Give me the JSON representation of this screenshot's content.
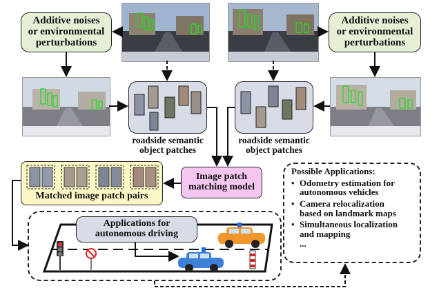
{
  "left_perturb": {
    "line1": "Additive noises",
    "line2": "or environmental",
    "line3": "perturbations"
  },
  "right_perturb": {
    "line1": "Additive noises",
    "line2": "or environmental",
    "line3": "perturbations"
  },
  "left_patches_caption": {
    "line1": "roadside semantic",
    "line2": "object patches"
  },
  "right_patches_caption": {
    "line1": "roadside semantic",
    "line2": "object patches"
  },
  "matching_model": {
    "line1": "Image patch",
    "line2": "matching model"
  },
  "matched_pairs_label": "Matched image patch pairs",
  "applications_box": {
    "line1": "Applications for",
    "line2": "autonomous driving"
  },
  "possible_apps": {
    "title": "Possible Applications:",
    "items": [
      {
        "line1": "Odometry estimation for",
        "line2": "autonomous vehicles"
      },
      {
        "line1": "Camera relocalization",
        "line2": "based on landmark  maps"
      },
      {
        "line1": "Simultaneous localization",
        "line2": "and mapping"
      }
    ],
    "ellipsis": "..."
  },
  "colors": {
    "green_box": "#e4efd6",
    "grey_box": "#d7dce6",
    "pink_box": "#f4c6f0",
    "yellow_box": "#fbf7c6",
    "detection_box": "#22dd22"
  }
}
